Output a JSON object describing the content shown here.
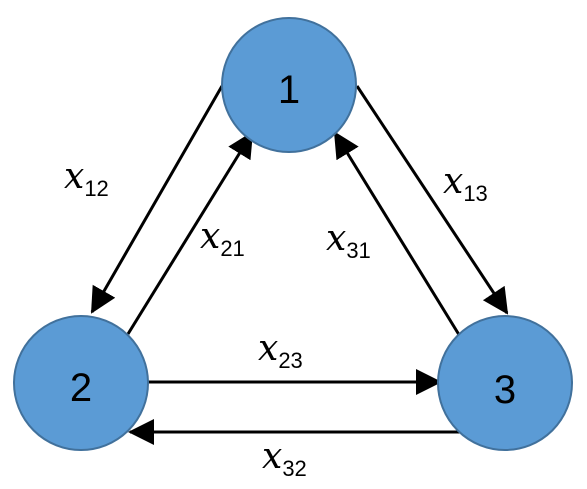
{
  "nodes": [
    {
      "id": "1",
      "label": "1"
    },
    {
      "id": "2",
      "label": "2"
    },
    {
      "id": "3",
      "label": "3"
    }
  ],
  "edges": [
    {
      "from": "1",
      "to": "2",
      "var": "x",
      "sub": "12"
    },
    {
      "from": "2",
      "to": "1",
      "var": "x",
      "sub": "21"
    },
    {
      "from": "1",
      "to": "3",
      "var": "x",
      "sub": "13"
    },
    {
      "from": "3",
      "to": "1",
      "var": "x",
      "sub": "31"
    },
    {
      "from": "2",
      "to": "3",
      "var": "x",
      "sub": "23"
    },
    {
      "from": "3",
      "to": "2",
      "var": "x",
      "sub": "32"
    }
  ],
  "colors": {
    "node_fill": "#5b9bd5",
    "node_stroke": "#41719c",
    "edge": "#000000"
  }
}
